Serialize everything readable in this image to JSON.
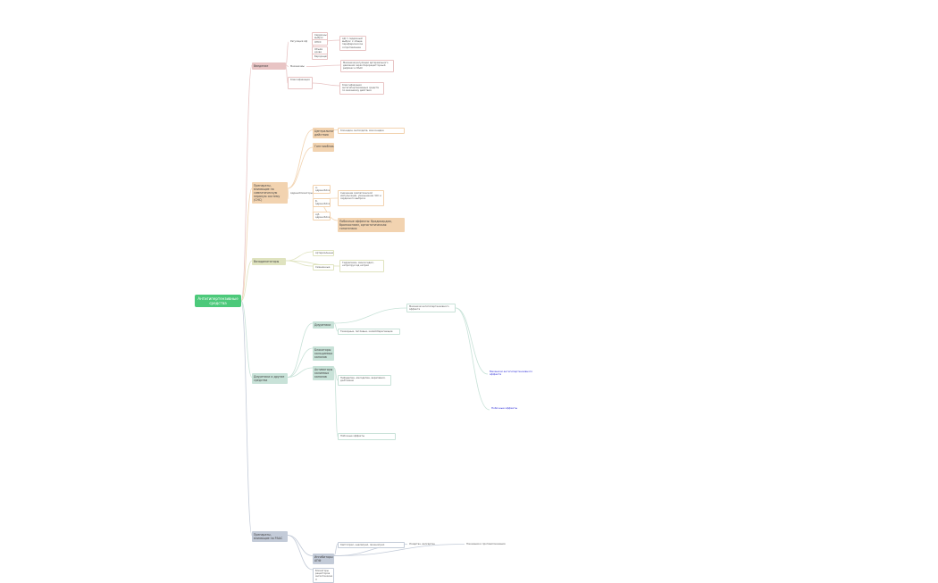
{
  "root": {
    "label": "Антигипертензивные средства"
  },
  "colors": {
    "root": "#4cc97a",
    "branch1": "#e8c4c4",
    "branch2": "#f2d3b0",
    "branch3": "#dfe3bf",
    "branch4": "#c8e2d8",
    "branch5": "#c3cbd8"
  },
  "nodes": {
    "b1": "Введение",
    "b2": "Препараты, влияющие на симпатическую нервную систему (СНС)",
    "b3": "Вазодилататоры",
    "b4": "Диуретики и другие средства",
    "b5": "Препараты, влияющие на РААС",
    "b1a": "Регуляция АД",
    "b1b": "Механизмы",
    "b1c": "Классификация",
    "b1a1": "Сердечный выброс",
    "b1a2": "ОПСС",
    "b1a3": "Объём крови",
    "b1a4": "Барорецепторы",
    "b1n1": "АД = сердечный выброс × общее периферическое сопротивление",
    "b1n2": "Механизм регуляции артериального давления через барорецепторный рефлекс и РААС",
    "b1n3": "Классификация антигипертензивных средств по механизму действия",
    "b2a": "Центрального действия",
    "b2b": "Ганглиоблокаторы",
    "b2c": "Адреноблокаторы",
    "b2c1": "α-адреноблокаторы",
    "b2c2": "β-адреноблокаторы",
    "b2c3": "α,β-адреноблокаторы",
    "b2n1": "Клонидин, метилдопа, моксонидин",
    "b2n2": "Снижение симпатической импульсации, уменьшение ЧСС и сердечного выброса",
    "b2n3": "Побочные эффекты: брадикардия, бронхоспазм, ортостатическая гипотензия",
    "b3a": "Артериальные",
    "b3b": "Смешанные",
    "b3n1": "Гидралазин, миноксидил, нитропруссид натрия",
    "b4a": "Диуретики",
    "b4b": "Блокаторы кальциевых каналов",
    "b4c": "Активаторы калиевых каналов",
    "b4n1": "Тиазидные, петлевые, калийсберегающие",
    "b4n2": "Механизм антигипертензивного эффекта",
    "b4n3": "Нифедипин, амлодипин, верапамил, дилтиазем",
    "b4n4": "Побочные эффекты",
    "b5a": "Ингибиторы АПФ",
    "b5b": "Блокаторы рецепторов ангиотензина II",
    "b5n1": "Каптоприл, эналаприл, лизиноприл",
    "b5n2": "Лозартан, валсартан",
    "b5n3": "Показания и противопоказания",
    "blue1": "Механизм антигипертензивного эффекта",
    "blue2": "Побочные эффекты"
  }
}
